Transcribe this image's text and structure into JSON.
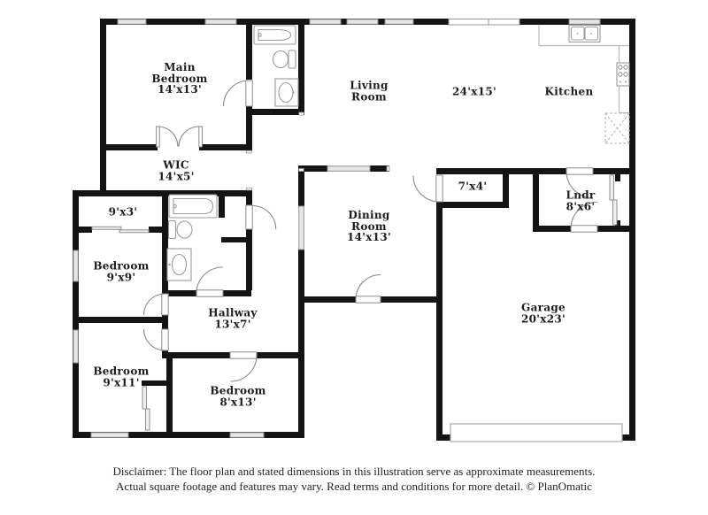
{
  "title": "Floor plan illustration",
  "colors": {
    "background": "#ffffff",
    "wall": "#141414",
    "window_fill": "#e6e6e6",
    "window_stroke": "#8f8f8f",
    "fixture_stroke": "#9b9b9b",
    "label": "#1c1c1c"
  },
  "rooms": {
    "main_bedroom": {
      "lines": [
        "Main",
        "Bedroom",
        "14'x13'"
      ]
    },
    "wic": {
      "lines": [
        "WIC",
        "14'x5'"
      ]
    },
    "living": {
      "lines": [
        "Living",
        "Room"
      ]
    },
    "living_size": {
      "lines": [
        "24'x15'"
      ]
    },
    "kitchen": {
      "lines": [
        "Kitchen"
      ]
    },
    "closet_7x4": {
      "lines": [
        "7'x4'"
      ]
    },
    "laundry": {
      "lines": [
        "Lndr",
        "8'x6'"
      ]
    },
    "dining": {
      "lines": [
        "Dining",
        "Room",
        "14'x13'"
      ]
    },
    "garage": {
      "lines": [
        "Garage",
        "20'x23'"
      ]
    },
    "closet_9x3": {
      "lines": [
        "9'x3'"
      ]
    },
    "bedroom_9x9": {
      "lines": [
        "Bedroom",
        "9'x9'"
      ]
    },
    "hallway": {
      "lines": [
        "Hallway",
        "13'x7'"
      ]
    },
    "bedroom_9x11": {
      "lines": [
        "Bedroom",
        "9'x11'"
      ]
    },
    "bedroom_8x13": {
      "lines": [
        "Bedroom",
        "8'x13'"
      ]
    }
  },
  "fixtures": [
    "bathtub",
    "toilet",
    "vanity-sink",
    "kitchen-sink",
    "stove",
    "refrigerator",
    "garage-door",
    "sliding-closet-door",
    "french-doors"
  ],
  "disclaimer": {
    "line1": "Disclaimer: The floor plan and stated dimensions in this illustration serve as approximate measurements.",
    "line2": "Actual square footage and features may vary. Read terms and conditions for more detail. © PlanOmatic"
  }
}
